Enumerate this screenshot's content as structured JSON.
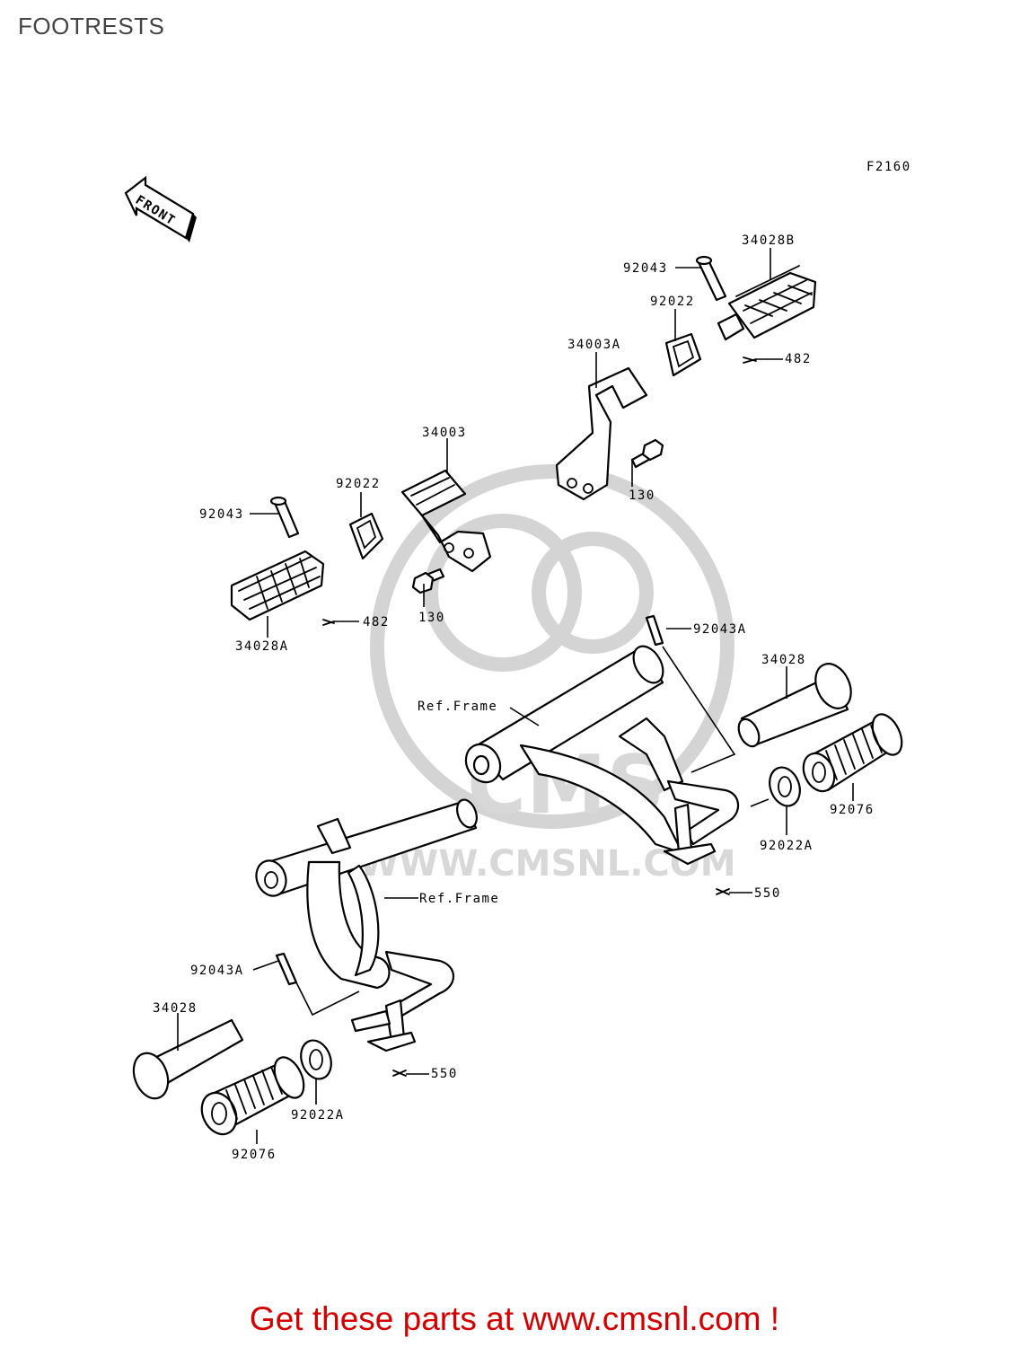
{
  "page": {
    "title": "FOOTRESTS"
  },
  "diagram": {
    "figure_code": "F2160",
    "front_marker": "FRONT",
    "watermark": {
      "brand": "CMS",
      "url": "WWW.CMSNL.COM"
    },
    "labels": {
      "p34028B": "34028B",
      "p92043_tr": "92043",
      "p92022_tr": "92022",
      "p482_tr": "482",
      "p34003A": "34003A",
      "p130_tr": "130",
      "p34003": "34003",
      "p92022_l": "92022",
      "p92043_l": "92043",
      "p130_l": "130",
      "p482_l": "482",
      "p34028A": "34028A",
      "p92043A_r": "92043A",
      "p34028_r": "34028",
      "ref_frame_r": "Ref.Frame",
      "p92076_r": "92076",
      "p92022A_r": "92022A",
      "p550_r": "550",
      "ref_frame_l": "Ref.Frame",
      "p92043A_l": "92043A",
      "p34028_l": "34028",
      "p550_l": "550",
      "p92022A_l": "92022A",
      "p92076_l": "92076"
    }
  },
  "footer": {
    "promo_text": "Get these parts at www.cmsnl.com !",
    "promo_color": "#d40000"
  }
}
